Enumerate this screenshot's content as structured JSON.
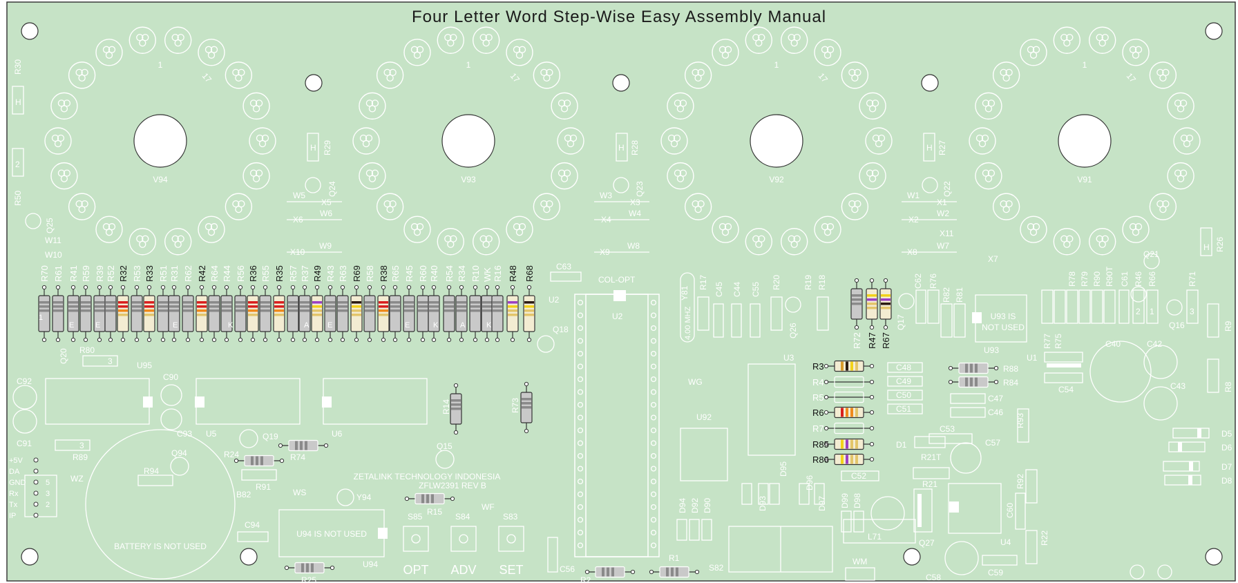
{
  "title": "Four Letter Word Step-Wise Easy Assembly Manual",
  "colors": {
    "board": "#c6e3c6",
    "silk": "#ffffff",
    "outline": "#3a3a3a",
    "resistor_body": "#c9c9c9",
    "resistor_body_colored": "#f3ecd2"
  },
  "tubes": [
    {
      "name": "V94",
      "one": "1",
      "seventeen": "17"
    },
    {
      "name": "V93",
      "one": "1",
      "seventeen": "17"
    },
    {
      "name": "V92",
      "one": "1",
      "seventeen": "17"
    },
    {
      "name": "V91",
      "one": "1",
      "seventeen": "17"
    }
  ],
  "row_resistors": [
    {
      "label": "R70",
      "dark": false,
      "bands": []
    },
    {
      "label": "R61",
      "dark": false,
      "bands": []
    },
    {
      "label": "R41",
      "dark": false,
      "bands": []
    },
    {
      "label": "R59",
      "dark": false,
      "bands": []
    },
    {
      "label": "R39",
      "dark": false,
      "bands": []
    },
    {
      "label": "R52",
      "dark": false,
      "bands": []
    },
    {
      "label": "R32",
      "dark": true,
      "bands": [
        "#d81e1e",
        "#d81e1e",
        "#ef8a1c",
        "#e3c56a"
      ]
    },
    {
      "label": "R53",
      "dark": false,
      "bands": []
    },
    {
      "label": "R33",
      "dark": true,
      "bands": [
        "#d81e1e",
        "#d81e1e",
        "#ef8a1c",
        "#e3c56a"
      ]
    },
    {
      "label": "R51",
      "dark": false,
      "bands": []
    },
    {
      "label": "R31",
      "dark": false,
      "bands": []
    },
    {
      "label": "R62",
      "dark": false,
      "bands": []
    },
    {
      "label": "R42",
      "dark": true,
      "bands": [
        "#d81e1e",
        "#d81e1e",
        "#ef8a1c",
        "#e3c56a"
      ]
    },
    {
      "label": "R64",
      "dark": false,
      "bands": []
    },
    {
      "label": "R44",
      "dark": false,
      "bands": []
    },
    {
      "label": "R56",
      "dark": false,
      "bands": []
    },
    {
      "label": "R36",
      "dark": true,
      "bands": [
        "#d81e1e",
        "#d81e1e",
        "#ef8a1c",
        "#e3c56a"
      ]
    },
    {
      "label": "R55",
      "dark": false,
      "bands": []
    },
    {
      "label": "R35",
      "dark": true,
      "bands": [
        "#d81e1e",
        "#d81e1e",
        "#ef8a1c",
        "#e3c56a"
      ]
    },
    {
      "label": "R57",
      "dark": false,
      "bands": []
    },
    {
      "label": "R37",
      "dark": false,
      "bands": []
    },
    {
      "label": "R49",
      "dark": true,
      "bands": [
        "#9b3fc4",
        "#f2d21a",
        "#e3c56a",
        "#e3c56a"
      ]
    },
    {
      "label": "R43",
      "dark": false,
      "bands": []
    },
    {
      "label": "R63",
      "dark": false,
      "bands": []
    },
    {
      "label": "R69",
      "dark": true,
      "bands": [
        "#2a1a12",
        "#f2d21a",
        "#e3c56a",
        "#e3c56a"
      ]
    },
    {
      "label": "R58",
      "dark": false,
      "bands": []
    },
    {
      "label": "R38",
      "dark": true,
      "bands": [
        "#d81e1e",
        "#d81e1e",
        "#ef8a1c",
        "#e3c56a"
      ]
    },
    {
      "label": "R65",
      "dark": false,
      "bands": []
    },
    {
      "label": "R45",
      "dark": false,
      "bands": []
    },
    {
      "label": "R60",
      "dark": false,
      "bands": []
    },
    {
      "label": "R40",
      "dark": false,
      "bands": []
    },
    {
      "label": "R54",
      "dark": false,
      "bands": []
    },
    {
      "label": "R34",
      "dark": false,
      "bands": []
    },
    {
      "label": "R10",
      "dark": false,
      "bands": []
    },
    {
      "label": "WK",
      "dark": false,
      "bands": []
    },
    {
      "label": "R16",
      "dark": false,
      "bands": []
    },
    {
      "label": "R48",
      "dark": true,
      "bands": [
        "#9b3fc4",
        "#f2d21a",
        "#e3c56a",
        "#e3c56a"
      ]
    },
    {
      "label": "R68",
      "dark": true,
      "bands": [
        "#2a1a12",
        "#f2d21a",
        "#e3c56a",
        "#e3c56a"
      ]
    }
  ],
  "row_letters": [
    "1",
    "E",
    "E",
    "E",
    "K",
    "A",
    "E",
    "E",
    "K",
    "A",
    "K"
  ],
  "mid_resistors": [
    {
      "label": "R72",
      "dark": false,
      "bands": []
    },
    {
      "label": "R47",
      "dark": true,
      "bands": [
        "#f2d21a",
        "#9b3fc4",
        "#e3c56a",
        "#e3c56a"
      ]
    },
    {
      "label": "R67",
      "dark": true,
      "bands": [
        "#f2d21a",
        "#9b3fc4",
        "#2a1a12",
        "#e3c56a"
      ]
    }
  ],
  "u3_resistors": [
    {
      "label": "R3",
      "dark": true,
      "bands": [
        "#d89b2a",
        "#2a1a12",
        "#f2d21a",
        "#e3c56a"
      ]
    },
    {
      "label": "R4",
      "dark": false,
      "bands": []
    },
    {
      "label": "R5",
      "dark": false,
      "bands": []
    },
    {
      "label": "R6",
      "dark": true,
      "bands": [
        "#d81e1e",
        "#ef8a1c",
        "#ef8a1c",
        "#e3c56a"
      ]
    },
    {
      "label": "R7",
      "dark": false,
      "bands": []
    },
    {
      "label": "R85",
      "dark": true,
      "bands": [
        "#f2d21a",
        "#9b3fc4",
        "#e3c56a",
        "#e3c56a"
      ]
    },
    {
      "label": "R86",
      "dark": true,
      "bands": [
        "#f2d21a",
        "#9b3fc4",
        "#e3c56a",
        "#e3c56a"
      ]
    }
  ],
  "labels": {
    "r30": "R30",
    "r50": "R50",
    "q25": "Q25",
    "w11": "W11",
    "w10": "W10",
    "q20": "Q20",
    "r80": "R80",
    "r80_num": "3",
    "u95": "U95",
    "c92": "C92",
    "c91": "C91",
    "c90": "C90",
    "c93": "C93",
    "u5": "U5",
    "u6": "U6",
    "r89": "R89",
    "r89_num": "3",
    "wz": "WZ",
    "q94": "Q94",
    "r94": "R94",
    "b82": "B82",
    "battery": "BATTERY  IS NOT USED",
    "q19": "Q19",
    "r24": "R24",
    "r74": "R74",
    "r91": "R91",
    "c94": "C94",
    "ws": "WS",
    "y94": "Y94",
    "u94_text": "U94 IS NOT USED",
    "u94": "U94",
    "r25": "R25",
    "q15": "Q15",
    "zetalink": "ZETALINK TECHNOLOGY INDONESIA",
    "zflw": "ZFLW2391   REV B",
    "r15": "R15",
    "wf": "WF",
    "s85": "S85",
    "s84": "S84",
    "s83": "S83",
    "opt": "OPT",
    "adv": "ADV",
    "set": "SET",
    "r14": "R14",
    "r73": "R73",
    "c56": "C56",
    "r2": "R2",
    "r1": "R1",
    "s82": "S82",
    "c63": "C63",
    "colopt": "COL-OPT",
    "u2a": "U2",
    "u2b": "U2",
    "q18": "Q18",
    "y81": "Y81",
    "xtal": "4.00 MHZ",
    "r17": "R17",
    "c45": "C45",
    "c44": "C44",
    "c55": "C55",
    "r20": "R20",
    "q26": "Q26",
    "r19": "R19",
    "r18": "R18",
    "u3": "U3",
    "wg": "WG",
    "u92": "U92",
    "d95": "D95",
    "d93": "D93",
    "d94": "D94",
    "d92": "D92",
    "d90": "D90",
    "d96": "D96",
    "d97": "D97",
    "d99": "D99",
    "d98": "D98",
    "l71": "L71",
    "q27": "Q27",
    "wm": "WM",
    "c58": "C58",
    "c59": "C59",
    "u4": "U4",
    "c60": "C60",
    "r92": "R92",
    "r22": "R22",
    "r21": "R21",
    "r21t": "R21T",
    "d1": "D1",
    "c53": "C53",
    "c57": "C57",
    "c52": "C52",
    "r93": "R93",
    "c48": "C48",
    "c49": "C49",
    "c50": "C50",
    "c51": "C51",
    "r88": "R88",
    "r84": "R84",
    "c47": "C47",
    "c46": "C46",
    "q17": "Q17",
    "c62": "C62",
    "r76": "R76",
    "r82": "R82",
    "r81": "R81",
    "u93_text1": "U93 IS",
    "u93_text2": "NOT USED",
    "u93": "U93",
    "u1": "U1",
    "c54": "C54",
    "c40": "C40",
    "c42": "C42",
    "c43": "C43",
    "r77": "R77",
    "r75": "R75",
    "r78": "R78",
    "r79": "R79",
    "r90": "R90",
    "r90t": "R90T",
    "c61": "C61",
    "r46": "R46",
    "r66": "R66",
    "r71": "R71",
    "q16": "Q16",
    "q21": "Q21",
    "r26": "R26",
    "r9": "R9",
    "r8": "R8",
    "d5": "D5",
    "d6": "D6",
    "d7": "D7",
    "d8": "D8",
    "r29": "R29",
    "q24": "Q24",
    "r28": "R28",
    "q23": "Q23",
    "r27": "R27",
    "q22": "Q22",
    "w5": "W5",
    "x5": "X5",
    "x6": "X6",
    "w6": "W6",
    "w9": "W9",
    "x10": "X10",
    "w3": "W3",
    "x3": "X3",
    "x4": "X4",
    "w4": "W4",
    "w8": "W8",
    "x9": "X9",
    "w1": "W1",
    "x1": "X1",
    "x2": "X2",
    "w2": "W2",
    "x11": "X11",
    "w7": "W7",
    "x8": "X8",
    "x7": "X7",
    "r46_num": "2",
    "r66_num": "1",
    "r71_num": "3",
    "r30_mark": "H",
    "r50_mark": "2",
    "r29_mark": "H",
    "r28_mark": "H",
    "r27_mark": "H",
    "r26_mark": "H"
  },
  "header_pins": [
    {
      "name": "+5V",
      "num": ""
    },
    {
      "name": "DA",
      "num": ""
    },
    {
      "name": "GND",
      "num": "5"
    },
    {
      "name": "Rx",
      "num": "3"
    },
    {
      "name": "Tx",
      "num": "2"
    },
    {
      "name": "IP",
      "num": ""
    }
  ]
}
